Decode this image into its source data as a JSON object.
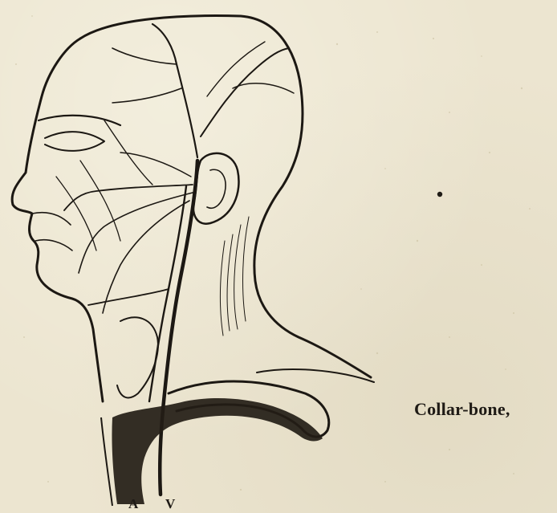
{
  "figure": {
    "labels": {
      "collar_bone": "Collar-bone,",
      "artery": "A",
      "vein": "V"
    }
  }
}
